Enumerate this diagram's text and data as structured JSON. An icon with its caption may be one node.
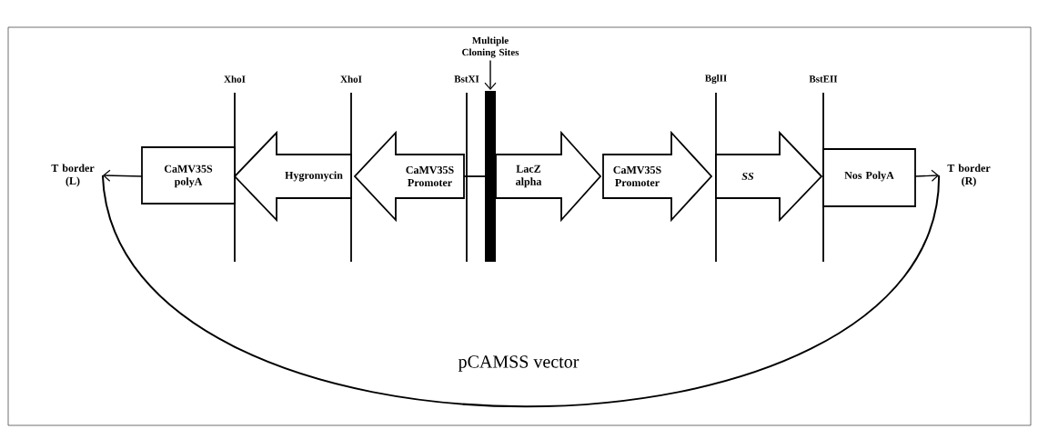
{
  "diagram": {
    "nodes": [
      {
        "text": [
          "T border (L)"
        ]
      },
      {
        "text": [
          "CaMV35S polyA"
        ]
      },
      {
        "text": [
          "Hygromycin"
        ]
      },
      {
        "text": [
          "CaMV35S Promoter"
        ]
      },
      {
        "text": [
          "Multiple Cloning Sites"
        ]
      },
      {
        "text": [],
        "shape": "bar"
      },
      {
        "text": [
          "LacZ alpha"
        ]
      },
      {
        "text": [
          "CaMV35S Promoter"
        ]
      },
      {
        "text": [
          "SS"
        ]
      },
      {
        "text": [
          "Nos PolyA"
        ]
      },
      {
        "text": [
          "T border (R)"
        ]
      }
    ],
    "edges": [
      {
        "from": 1,
        "to": 0,
        "arrow": "to"
      },
      {
        "from": 9,
        "to": 10,
        "arrow": "to"
      },
      {
        "from": 0,
        "to": 10,
        "arrow": "none"
      },
      {
        "from": 4,
        "to": 5,
        "arrow": "to"
      }
    ],
    "labels": [
      "XhoI",
      "XhoI",
      "BstXI",
      "BglII",
      "BstEII",
      "pCAMSS vector"
    ]
  }
}
